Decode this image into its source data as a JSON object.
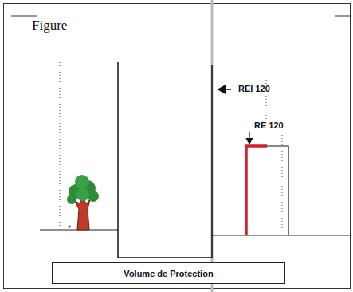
{
  "diagram": {
    "title": "Figure",
    "nodes": [
      {
        "text": [
          "Volume de Protection"
        ]
      }
    ],
    "labels": [
      "REI 120",
      "RE 120"
    ]
  }
}
